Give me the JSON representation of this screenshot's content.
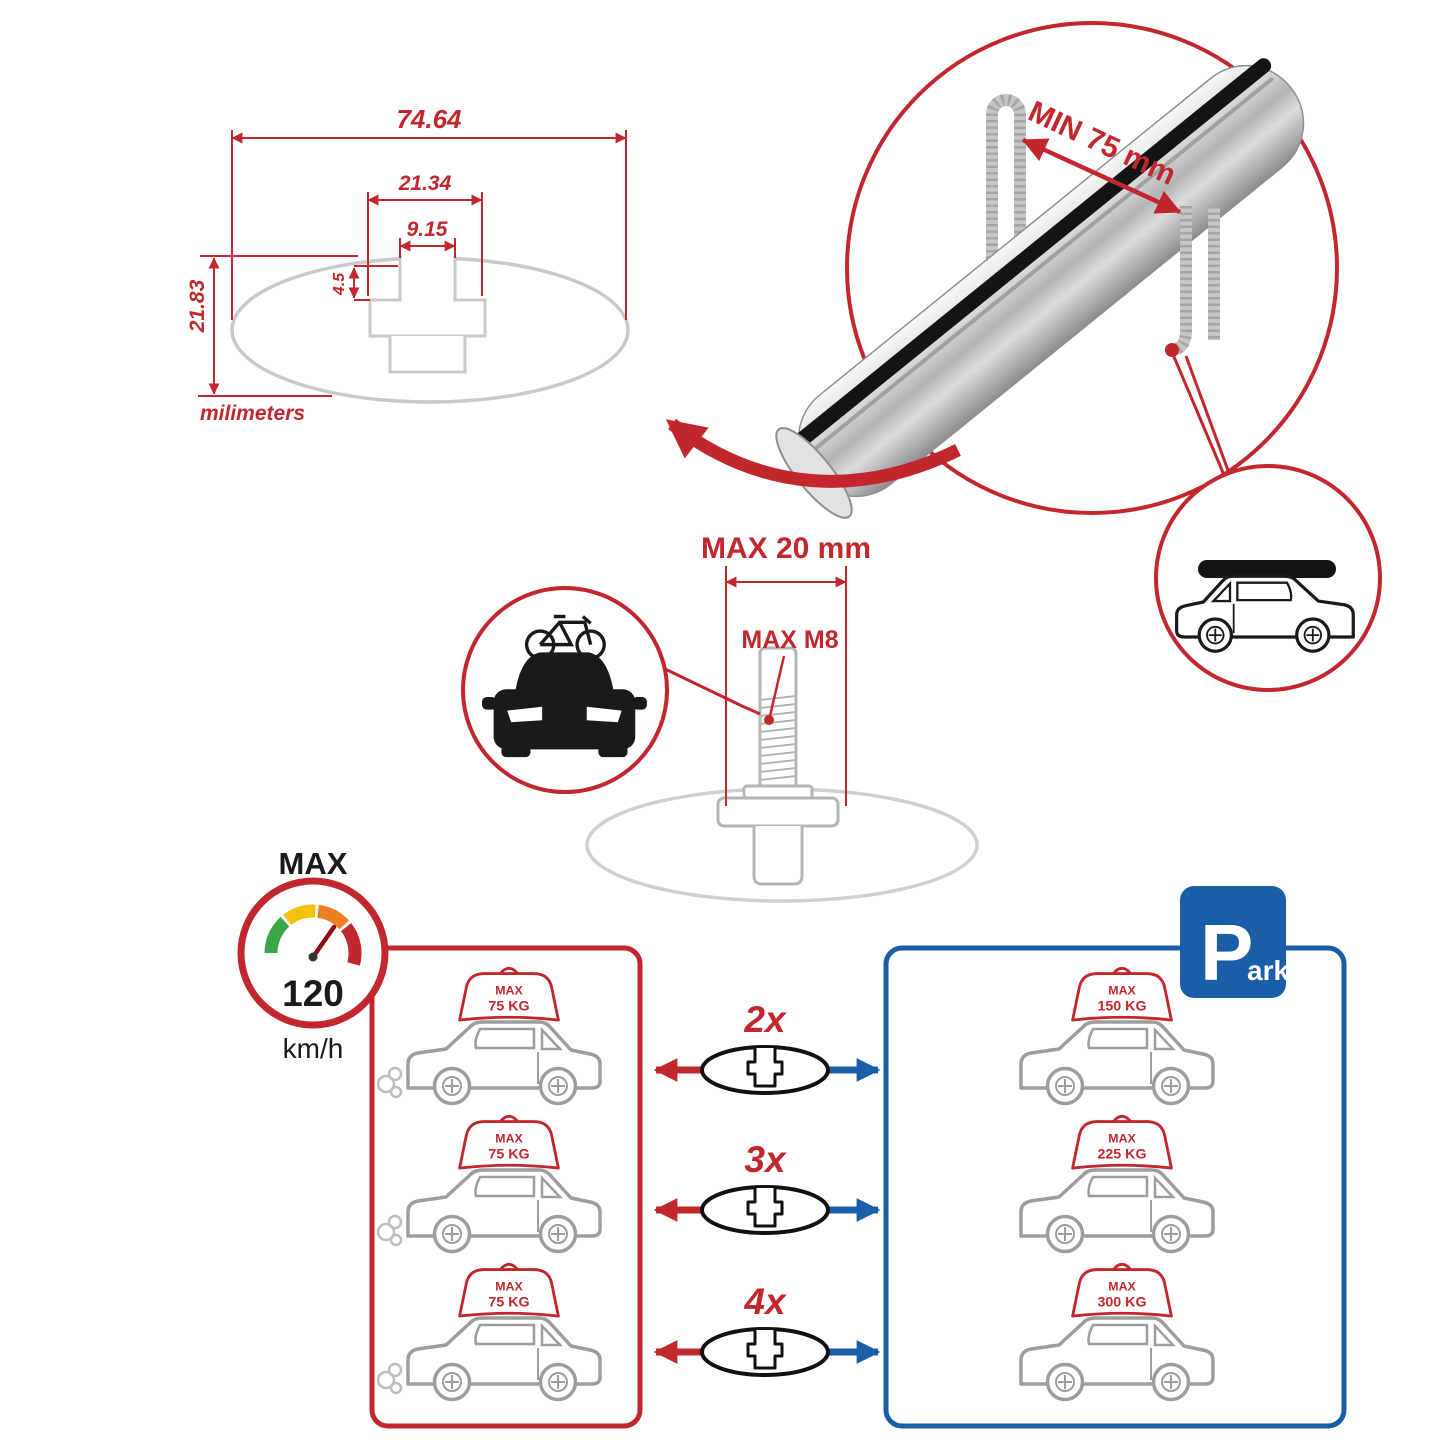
{
  "colors": {
    "accent_red": "#C1272D",
    "accent_blue": "#1B5EA8",
    "drawing_gray": "#C9C9C9",
    "car_gray": "#9D9D9C",
    "bar_silver": "#C6C6C6",
    "ink_black": "#1A1A1A"
  },
  "profile": {
    "width": "74.64",
    "slot_width": "21.34",
    "channel_width": "9.15",
    "lip_depth": "4.5",
    "height": "21.83",
    "units": "milimeters"
  },
  "clamp": {
    "min_grip_label": "MIN 75 mm"
  },
  "bolt": {
    "max_clamp_label": "MAX 20 mm",
    "max_thread_label": "MAX M8"
  },
  "speed_limit": {
    "label": "MAX",
    "value": "120",
    "units": "km/h"
  },
  "dynamic_loads": [
    {
      "label": "MAX",
      "weight": "75 KG"
    },
    {
      "label": "MAX",
      "weight": "75 KG"
    },
    {
      "label": "MAX",
      "weight": "75 KG"
    }
  ],
  "bar_counts": [
    "2x",
    "3x",
    "4x"
  ],
  "static_loads": [
    {
      "label": "MAX",
      "weight": "150 KG"
    },
    {
      "label": "MAX",
      "weight": "225 KG"
    },
    {
      "label": "MAX",
      "weight": "300 KG"
    }
  ],
  "park_sign": {
    "initial": "P",
    "rest": "ark"
  }
}
